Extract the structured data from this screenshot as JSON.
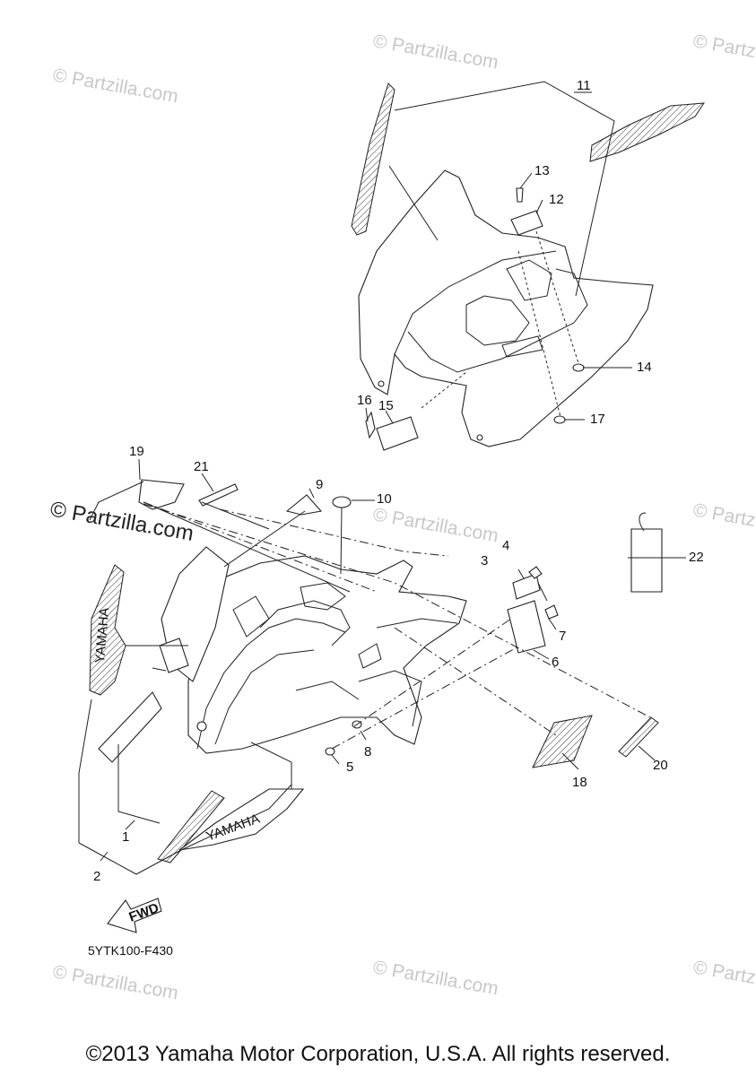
{
  "watermarks": {
    "small": "© Partzilla.com",
    "large": "© Partzilla.com"
  },
  "callouts": {
    "c1": "1",
    "c2": "2",
    "c3": "3",
    "c4": "4",
    "c5": "5",
    "c6": "6",
    "c7": "7",
    "c8": "8",
    "c9": "9",
    "c10": "10",
    "c11": "11",
    "c12": "12",
    "c13": "13",
    "c14": "14",
    "c15": "15",
    "c16": "16",
    "c17": "17",
    "c18": "18",
    "c19": "19",
    "c20": "20",
    "c21": "21",
    "c22": "22"
  },
  "decal_text": {
    "yamaha": "YAMAHA"
  },
  "fwd_label": "FWD",
  "diagram_code": "5YTK100-F430",
  "copyright": "©2013 Yamaha Motor Corporation, U.S.A. All rights reserved."
}
